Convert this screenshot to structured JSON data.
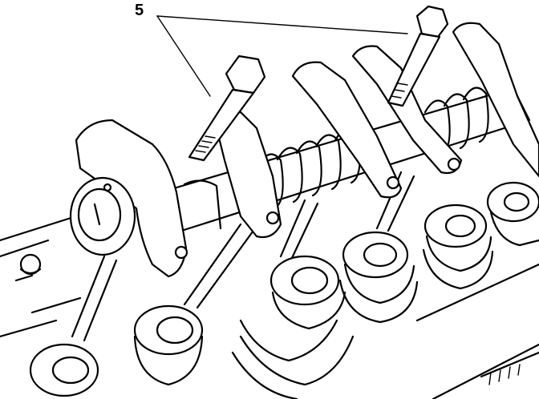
{
  "callout": {
    "label": "5"
  },
  "colors": {
    "line": "#000000",
    "background": "#ffffff"
  },
  "icons": [
    "bolt-illustration",
    "rocker-arm-illustration",
    "valve-spring-illustration",
    "rocker-shaft-illustration"
  ]
}
